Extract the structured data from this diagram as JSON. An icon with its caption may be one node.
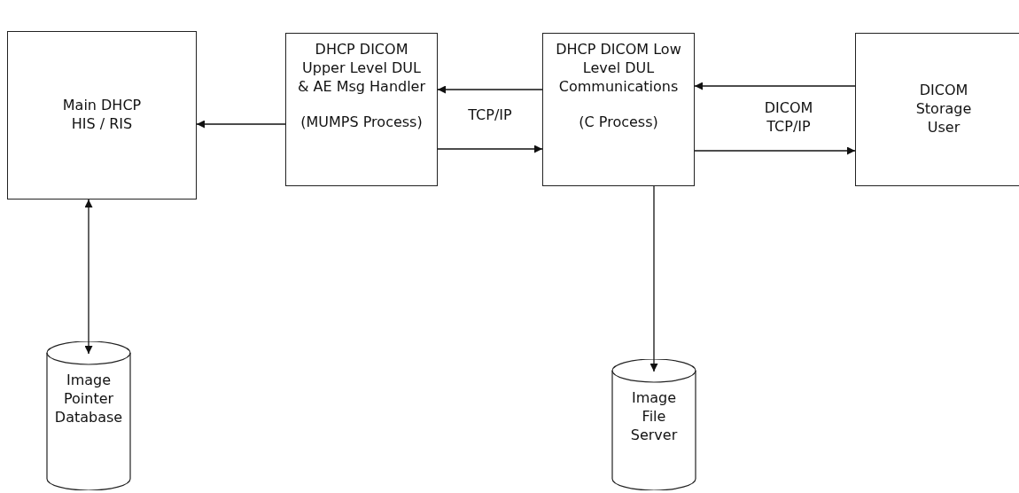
{
  "diagram": {
    "nodes": [
      {
        "text": [
          "Main DHCP HIS / RIS"
        ]
      },
      {
        "text": [
          "DHCP DICOM Upper Level DUL & AE Msg Handler",
          "(MUMPS Process)"
        ]
      },
      {
        "text": [
          "DHCP DICOM Low Level DUL Communications",
          "(C Process)"
        ]
      },
      {
        "text": [
          "DICOM Storage User"
        ]
      },
      {
        "text": [
          "Image Pointer Database"
        ]
      },
      {
        "text": [
          "Image File Server"
        ]
      }
    ],
    "edges": [
      {
        "from": 1,
        "to": 0,
        "arrow": "to"
      },
      {
        "from": 2,
        "to": 1,
        "arrow": "to"
      },
      {
        "from": 1,
        "to": 2,
        "arrow": "to"
      },
      {
        "from": 3,
        "to": 2,
        "arrow": "to"
      },
      {
        "from": 2,
        "to": 3,
        "arrow": "to"
      },
      {
        "from": 0,
        "to": 4,
        "arrow": "both"
      },
      {
        "from": 2,
        "to": 5,
        "arrow": "to"
      }
    ],
    "labels": [
      "TCP/IP",
      "DICOM TCP/IP"
    ]
  }
}
